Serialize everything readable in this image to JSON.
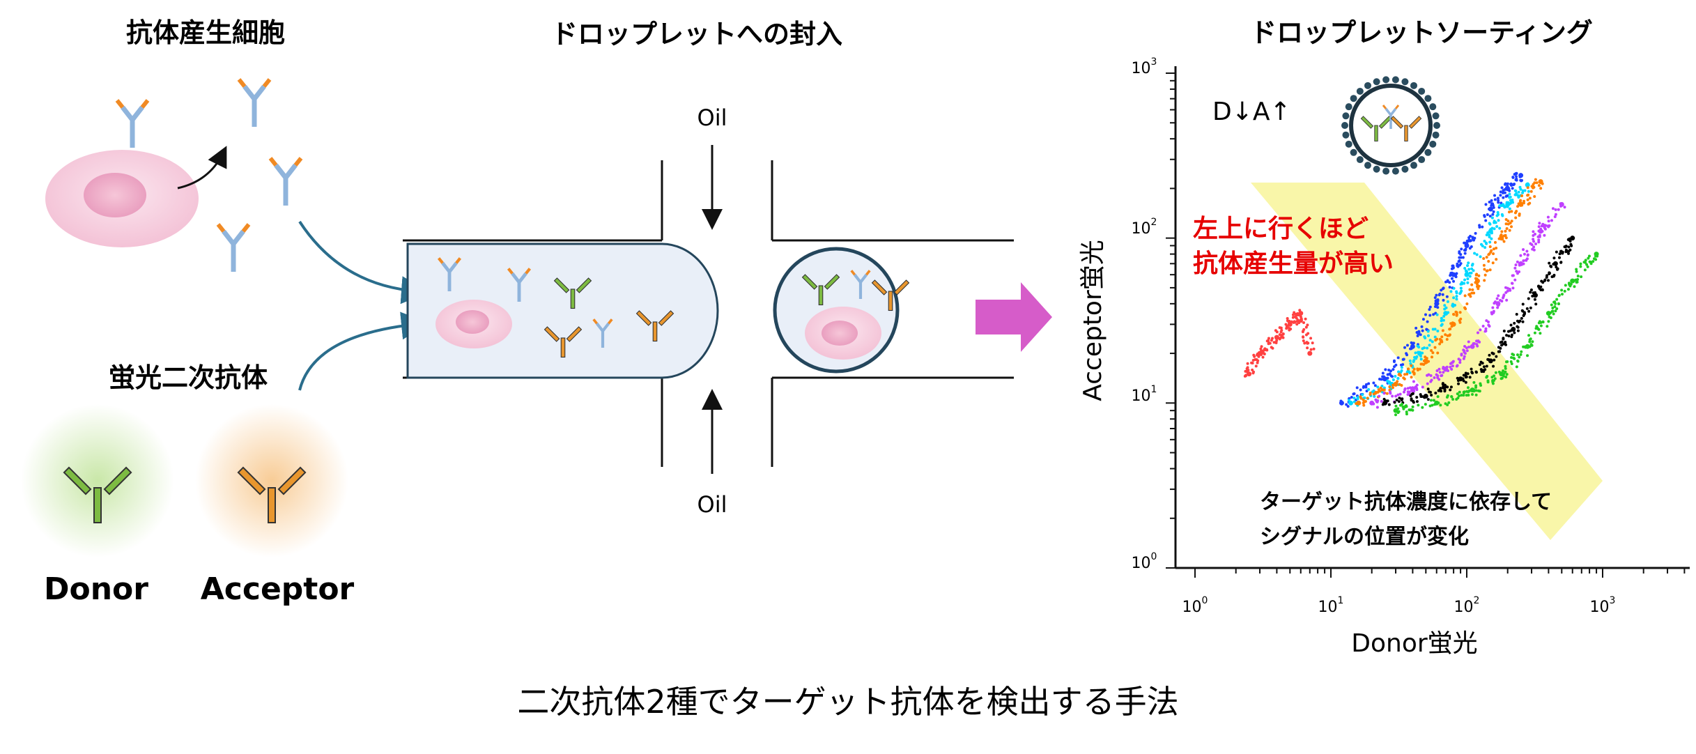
{
  "panels": {
    "cells_title": "抗体産生細胞",
    "droplet_title": "ドロップレットへの封入",
    "sorting_title": "ドロップレットソーティング"
  },
  "secondary": {
    "label": "蛍光二次抗体",
    "donor": "Donor",
    "acceptor": "Acceptor"
  },
  "channel": {
    "oil_top": "Oil",
    "oil_bottom": "Oil"
  },
  "plot": {
    "xlabel": "Donor蛍光",
    "ylabel": "Acceptor蛍光",
    "x_ticks": [
      "10",
      "10",
      "10",
      "10"
    ],
    "x_tick_exp": [
      "0",
      "1",
      "2",
      "3"
    ],
    "y_ticks": [
      "10",
      "10",
      "10",
      "10"
    ],
    "y_tick_exp": [
      "0",
      "1",
      "2",
      "3"
    ],
    "da_label": "D↓A↑",
    "annot_red_1": "左上に行くほど",
    "annot_red_2": "抗体産生量が高い",
    "annot_black_1": "ターゲット抗体濃度に依存して",
    "annot_black_2": "シグナルの位置が変化"
  },
  "caption": "二次抗体2種でターゲット抗体を検出する手法",
  "colors": {
    "antibody_blue": "#8fb4dc",
    "antibody_orange": "#f08a24",
    "donor_green": "#7dbb42",
    "acceptor_orange": "#e8962e",
    "cell_pink": "#f5c9da",
    "channel_fill": "#e9eff8",
    "arrow_teal": "#2a6d8c",
    "sort_arrow": "#d65cc9",
    "highlight_yellow": "#f8f59a",
    "annot_red": "#e60000"
  },
  "chart_data": {
    "type": "scatter",
    "xscale": "log",
    "yscale": "log",
    "xlim": [
      1,
      4000
    ],
    "ylim": [
      1,
      1000
    ],
    "xlabel": "Donor蛍光",
    "ylabel": "Acceptor蛍光",
    "series": [
      {
        "color": "#1f3fff",
        "x": [
          12,
          25,
          40,
          60,
          80,
          100,
          150,
          200,
          250
        ],
        "y": [
          10,
          14,
          22,
          40,
          60,
          90,
          150,
          200,
          240
        ]
      },
      {
        "color": "#00d8ff",
        "x": [
          14,
          28,
          45,
          70,
          100,
          150,
          200,
          280
        ],
        "y": [
          10,
          13,
          20,
          35,
          60,
          110,
          160,
          210
        ]
      },
      {
        "color": "#ff7f00",
        "x": [
          16,
          30,
          50,
          80,
          120,
          180,
          250,
          350
        ],
        "y": [
          10,
          13,
          18,
          30,
          55,
          100,
          160,
          220
        ]
      },
      {
        "color": "#c040ff",
        "x": [
          20,
          40,
          70,
          110,
          170,
          250,
          350,
          500
        ],
        "y": [
          10,
          12,
          16,
          22,
          40,
          70,
          110,
          160
        ]
      },
      {
        "color": "#000000",
        "x": [
          25,
          50,
          90,
          150,
          220,
          320,
          450,
          600
        ],
        "y": [
          10,
          11,
          14,
          18,
          28,
          45,
          70,
          100
        ]
      },
      {
        "color": "#22cc22",
        "x": [
          30,
          60,
          110,
          180,
          280,
          400,
          600,
          900
        ],
        "y": [
          9,
          10,
          12,
          15,
          22,
          35,
          55,
          80
        ]
      },
      {
        "color": "#ff4040",
        "x": [
          2.5,
          3,
          4,
          5,
          6,
          7
        ],
        "y": [
          15,
          20,
          25,
          30,
          35,
          20
        ]
      }
    ]
  }
}
